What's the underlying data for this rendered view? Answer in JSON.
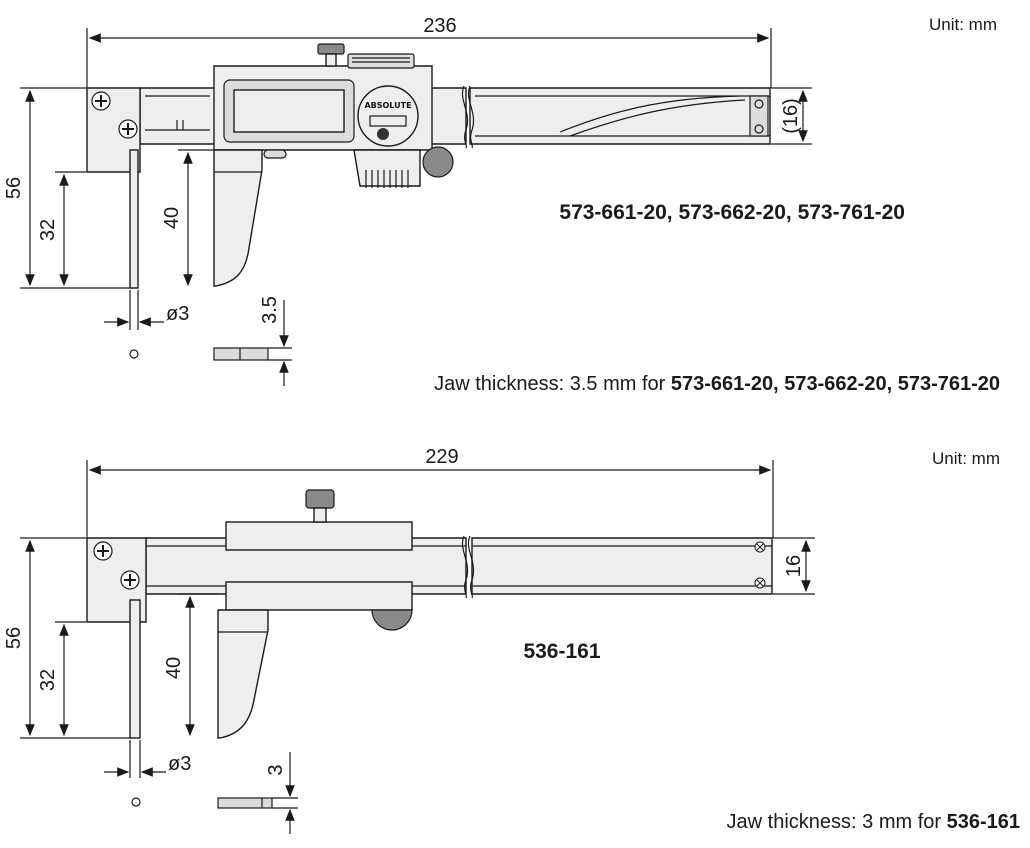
{
  "top": {
    "unit": "Unit: mm",
    "length": "236",
    "height_56": "56",
    "height_32": "32",
    "height_40": "40",
    "beam_height": "(16)",
    "diameter": "ø3",
    "jaw_thickness_dim": "3.5",
    "model_numbers": "573-661-20, 573-662-20, 573-761-20",
    "display_logo": "ABSOLUTE",
    "note_prefix": "Jaw thickness: 3.5 mm for ",
    "note_models": "573-661-20, 573-662-20, 573-761-20"
  },
  "bottom": {
    "unit": "Unit: mm",
    "length": "229",
    "height_56": "56",
    "height_32": "32",
    "height_40": "40",
    "beam_height": "16",
    "diameter": "ø3",
    "jaw_thickness_dim": "3",
    "model_numbers": "536-161",
    "note_prefix": "Jaw thickness:  3 mm for ",
    "note_models": "536-161"
  }
}
